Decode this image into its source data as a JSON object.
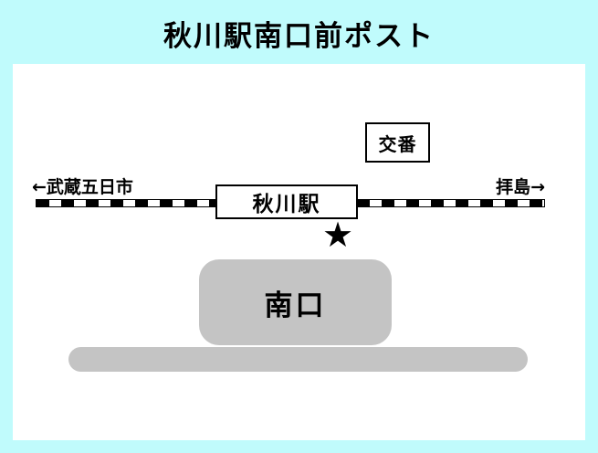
{
  "title": "秋川駅南口前ポスト",
  "map": {
    "direction_left": "←武蔵五日市",
    "direction_right": "拝島→",
    "station": "秋川駅",
    "police_box": "交番",
    "south_exit": "南口",
    "post_marker": "★"
  },
  "colors": {
    "background": "#c0fbfc",
    "map_background": "#ffffff",
    "structure_gray": "#c4c4c4",
    "railway_black": "#000000"
  }
}
